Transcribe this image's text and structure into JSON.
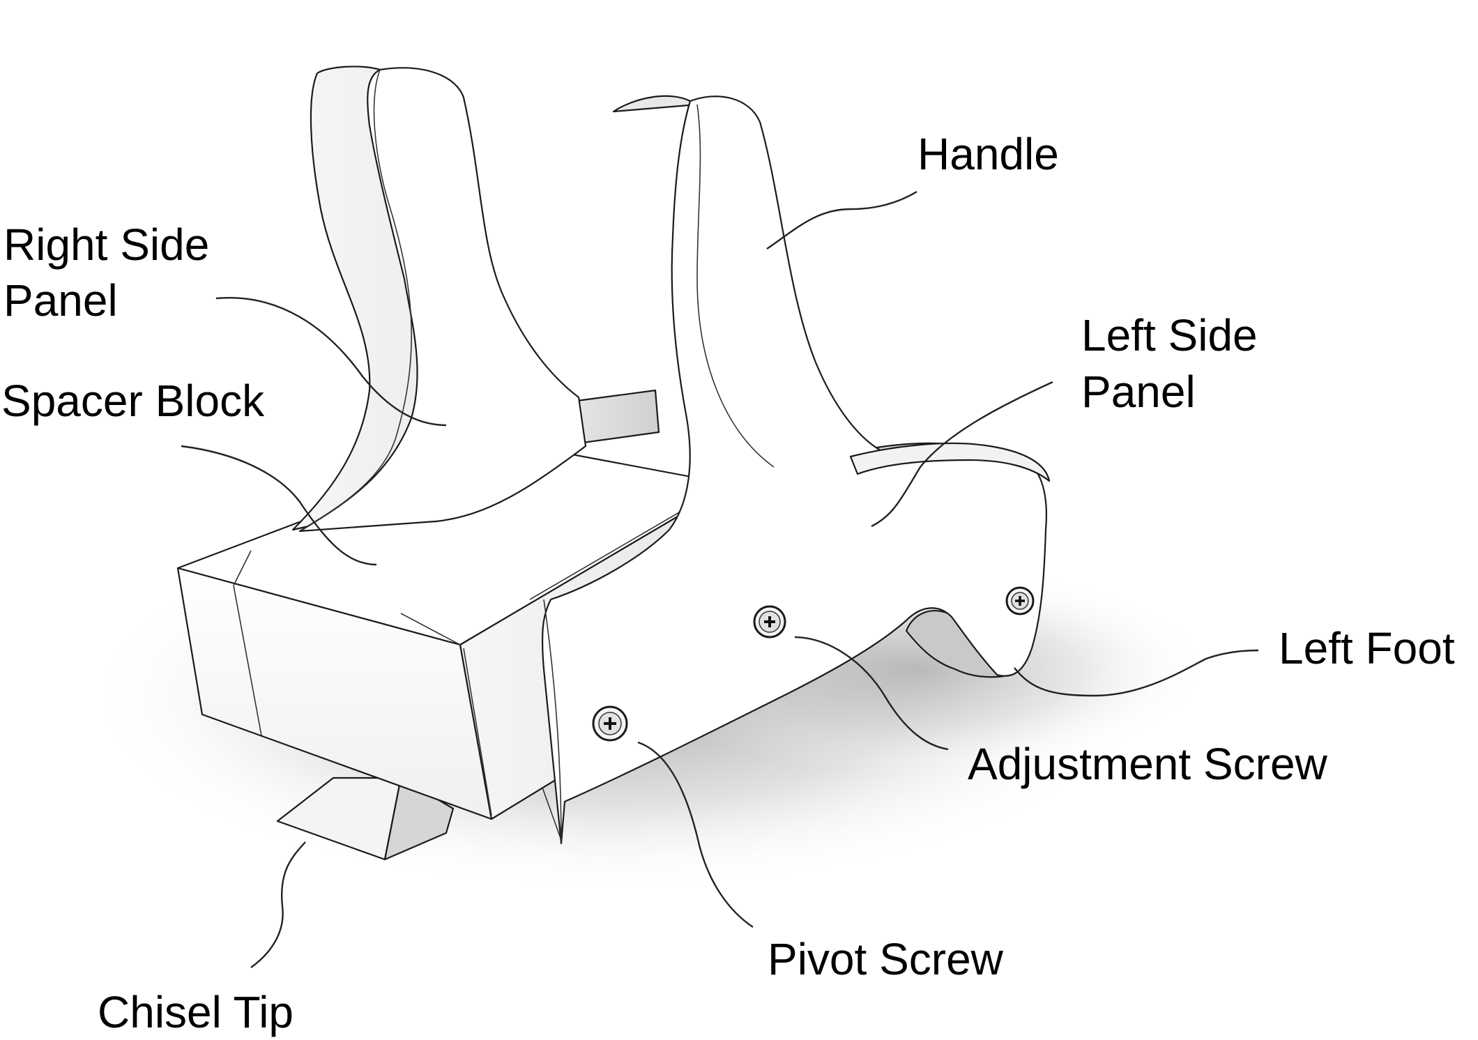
{
  "labels": {
    "handle": "Handle",
    "right_side_panel": "Right Side",
    "right_side_panel_2": "Panel",
    "spacer_block": "Spacer Block",
    "left_side_panel": "Left Side",
    "left_side_panel_2": "Panel",
    "left_foot": "Left Foot",
    "adjustment_screw": "Adjustment Screw",
    "pivot_screw": "Pivot Screw",
    "chisel_tip": "Chisel Tip"
  }
}
